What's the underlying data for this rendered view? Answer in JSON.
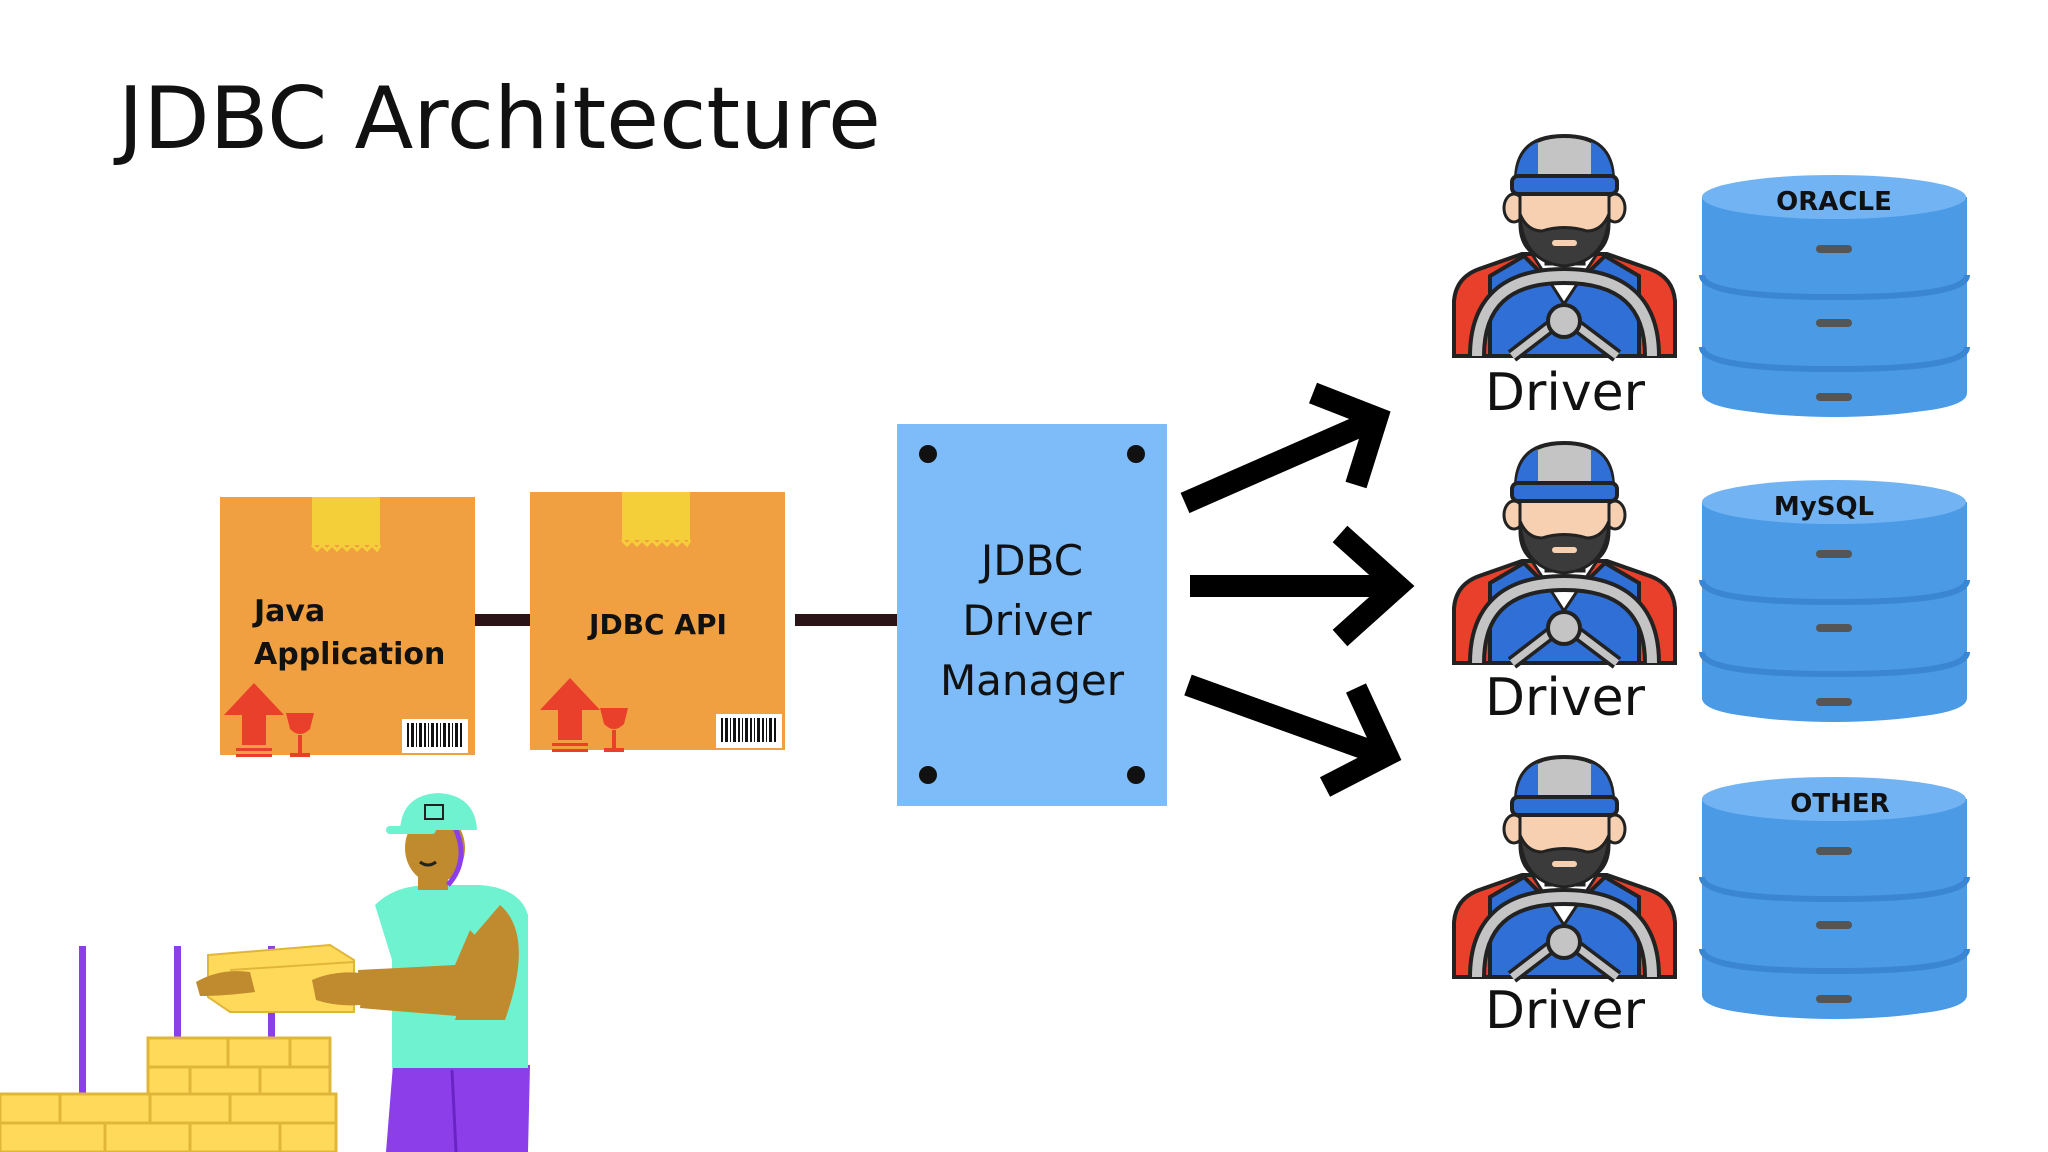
{
  "title": "JDBC Architecture",
  "boxes": {
    "java_app": {
      "line1": "Java",
      "line2": "Application"
    },
    "jdbc_api": {
      "label": "JDBC API"
    }
  },
  "manager": {
    "line1": "JDBC",
    "line2": "Driver",
    "line3": "Manager"
  },
  "drivers": [
    {
      "label": "Driver",
      "database": "ORACLE"
    },
    {
      "label": "Driver",
      "database": "MySQL"
    },
    {
      "label": "Driver",
      "database": "OTHER"
    }
  ],
  "colors": {
    "box_orange": "#f0a040",
    "box_tape": "#f5cf3a",
    "arrow_red": "#e8402a",
    "manager_blue": "#7dbcf8",
    "db_light": "#72b4f3",
    "db_body": "#4a9ae6",
    "driver_red": "#e8402a",
    "driver_blue": "#2f6fd6",
    "connector": "#2a1418",
    "worker_shirt": "#6ff2cf",
    "worker_pants": "#8c3fe8",
    "worker_skin": "#c08a2e",
    "bricks": "#ffd95a"
  },
  "icons": {
    "shipping_arrow": "up-arrow-icon",
    "fragile": "wine-glass-icon",
    "barcode": "barcode-icon",
    "driver": "driver-avatar-icon",
    "database": "database-cylinder-icon"
  }
}
